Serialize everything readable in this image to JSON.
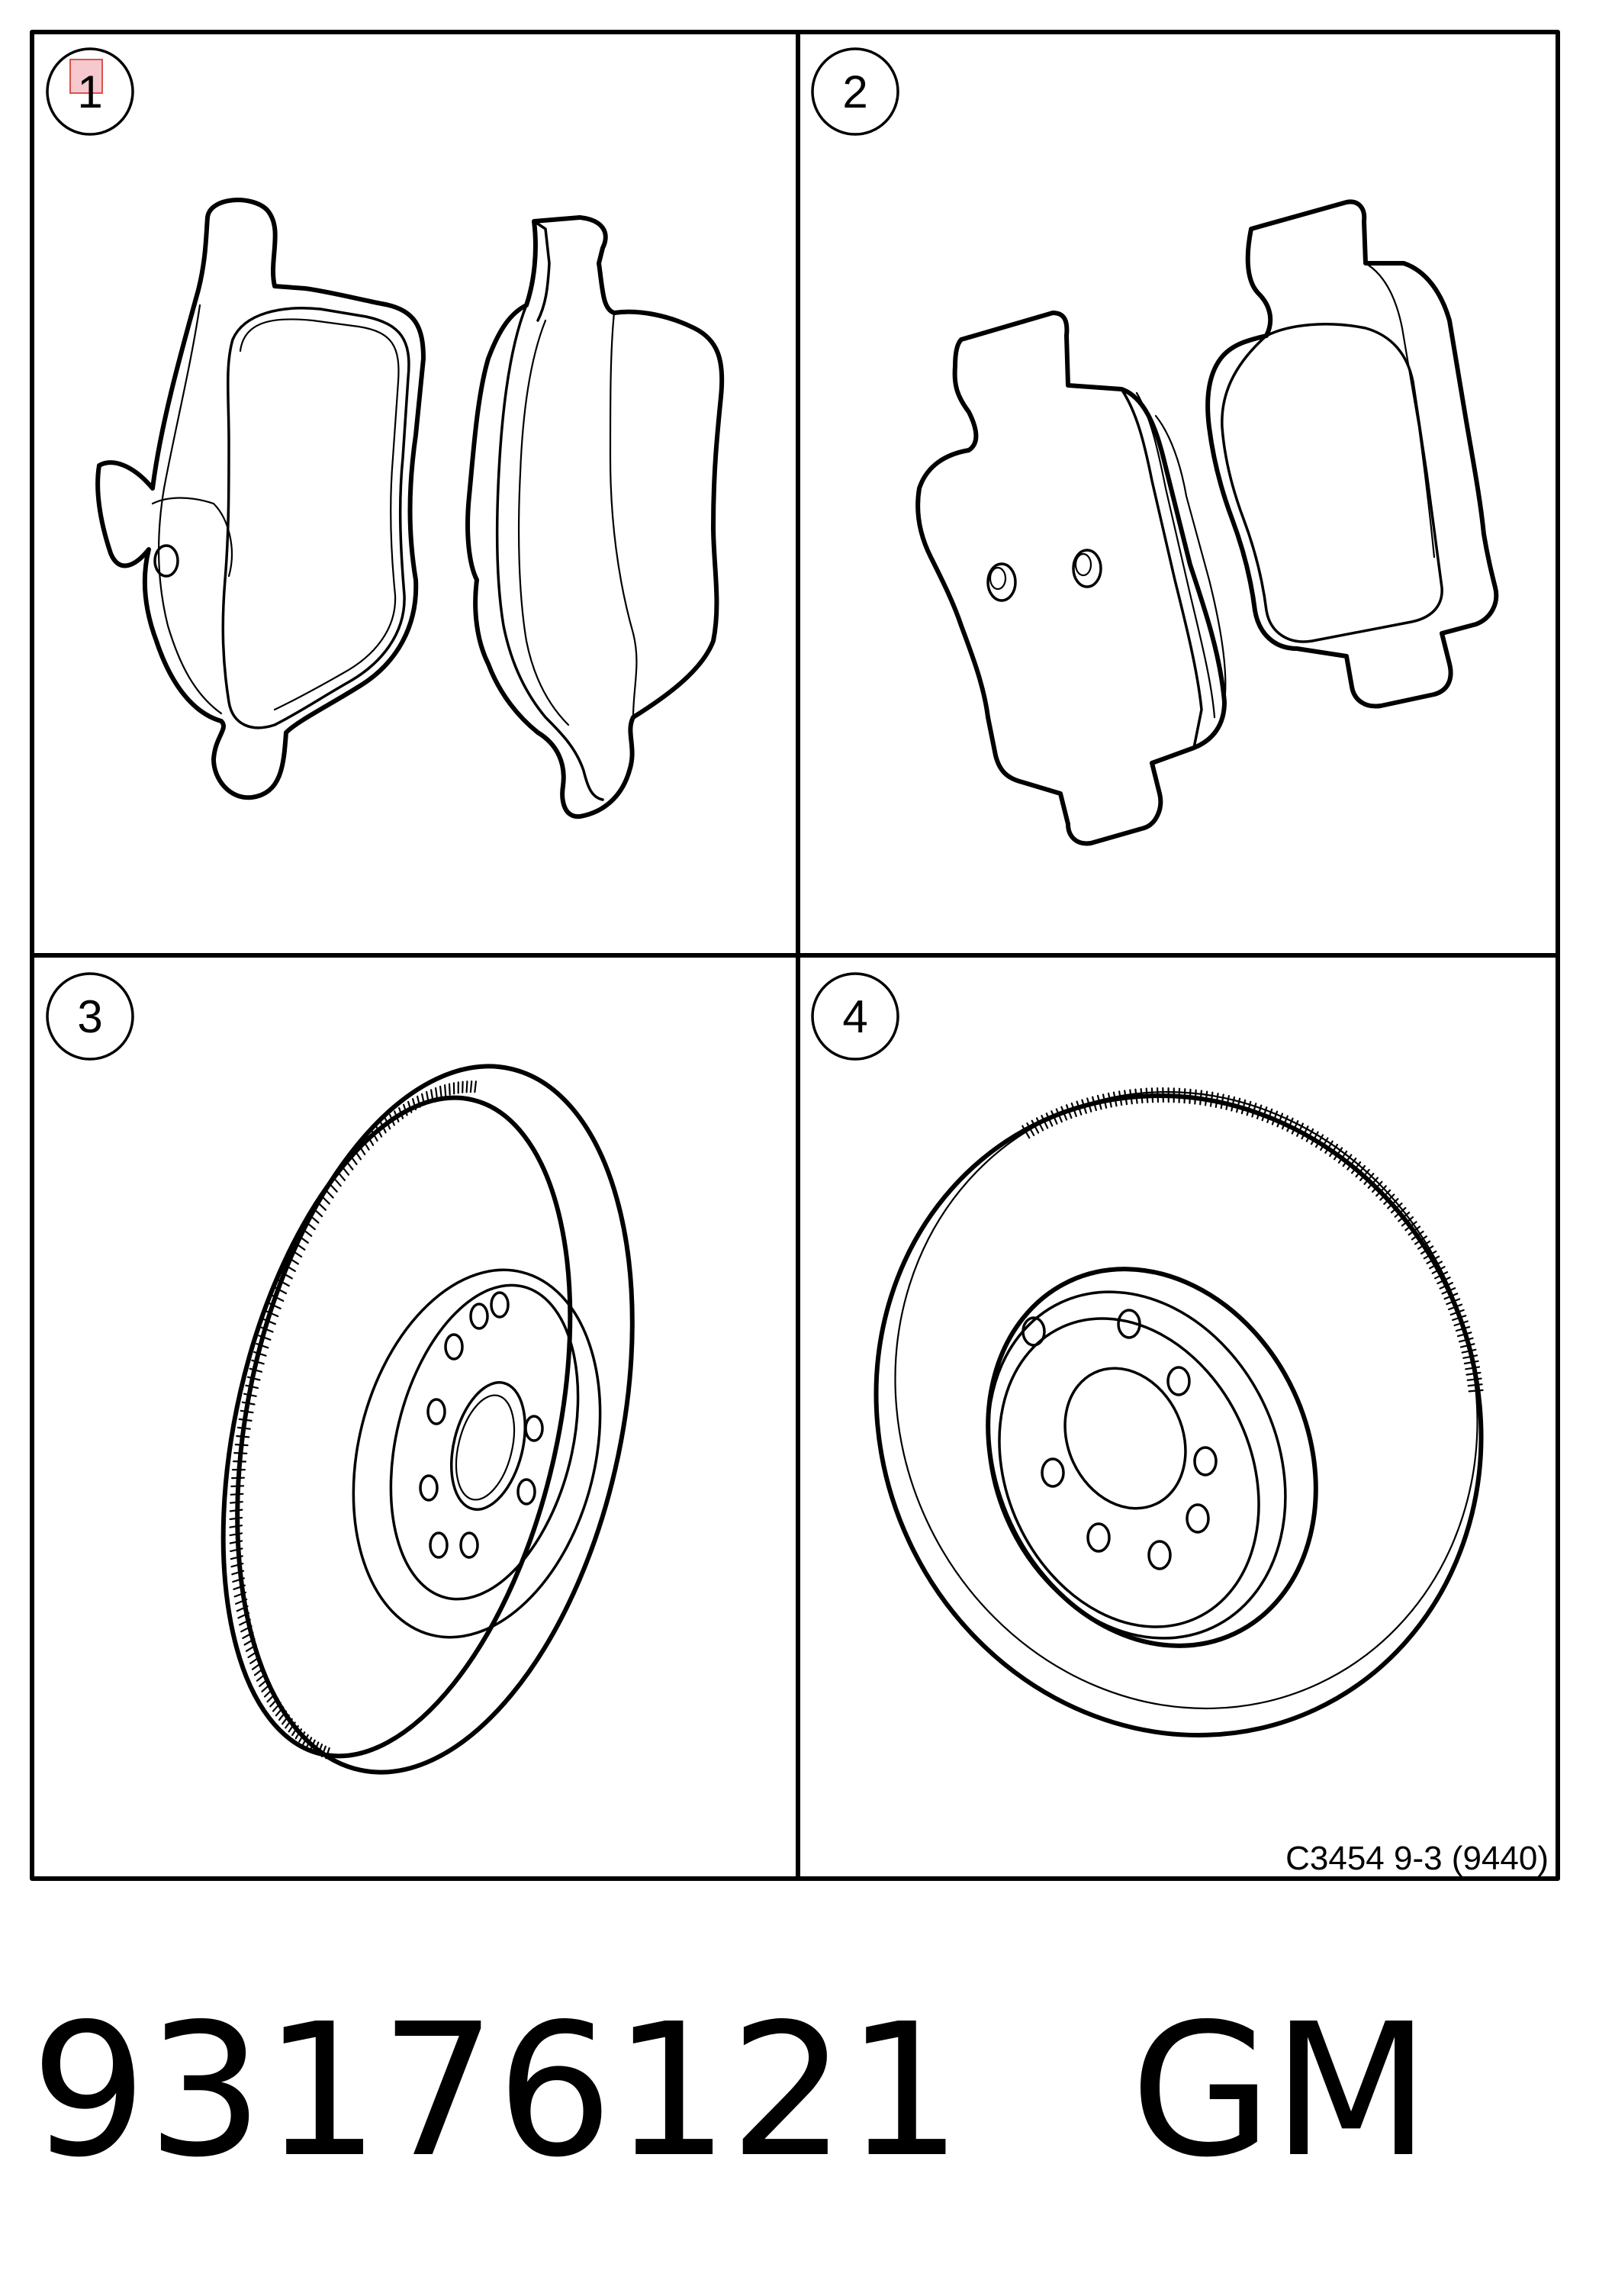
{
  "panels": [
    {
      "number": "1",
      "content": "front-brake-pads"
    },
    {
      "number": "2",
      "content": "rear-brake-pads"
    },
    {
      "number": "3",
      "content": "front-brake-disc"
    },
    {
      "number": "4",
      "content": "rear-brake-disc"
    }
  ],
  "figure_code": "C3454 9-3 (9440)",
  "part_number": "93176121",
  "brand": "GM"
}
